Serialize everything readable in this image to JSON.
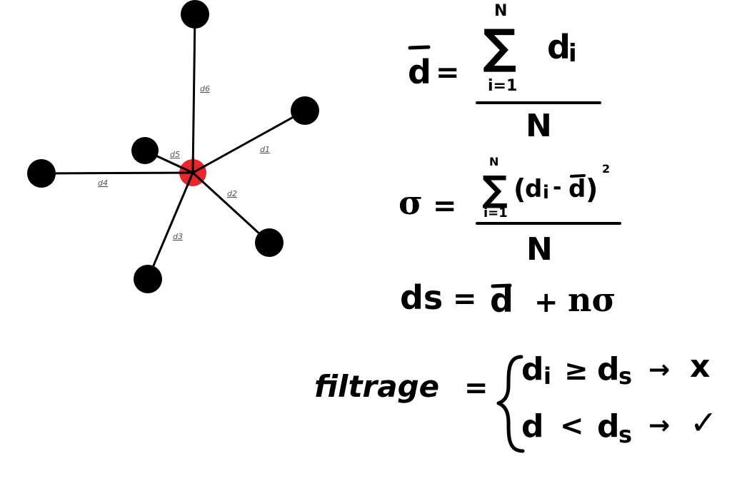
{
  "colors": {
    "center": "#e8262b",
    "node": "#000000",
    "edge": "#000000",
    "label": "#555555"
  },
  "graph": {
    "edges": [
      {
        "id": "d1",
        "label": "d1"
      },
      {
        "id": "d2",
        "label": "d2"
      },
      {
        "id": "d3",
        "label": "d3"
      },
      {
        "id": "d4",
        "label": "d4"
      },
      {
        "id": "d5",
        "label": "d5"
      },
      {
        "id": "d6",
        "label": "d6"
      }
    ]
  },
  "formulas": {
    "mean": {
      "lhs": "d",
      "eq": "=",
      "sum_top": "N",
      "sum_bottom": "i=1",
      "term": "d",
      "term_sub": "i",
      "denominator": "N"
    },
    "sigma": {
      "lhs": "σ",
      "eq": "=",
      "sum_top": "N",
      "sum_bottom": "i=1",
      "open": "(",
      "term": "d",
      "term_sub": "i",
      "minus": "-",
      "bar_d": "d",
      "close": ")",
      "power": "2",
      "denominator": "N"
    },
    "threshold": {
      "lhs": "ds",
      "eq": "=",
      "bar_d": "d",
      "plus": "+",
      "rhs_tail": "nσ"
    },
    "filter": {
      "lhs": "filtrage",
      "eq": "=",
      "case1_d": "d",
      "case1_sub": "i",
      "case1_op": "≥",
      "case1_ds": "d",
      "case1_ds_sub": "s",
      "case1_arrow": "→",
      "case1_result": "x",
      "case2_d": "d",
      "case2_op": "<",
      "case2_ds": "d",
      "case2_ds_sub": "s",
      "case2_arrow": "→",
      "case2_result": "✓"
    }
  }
}
